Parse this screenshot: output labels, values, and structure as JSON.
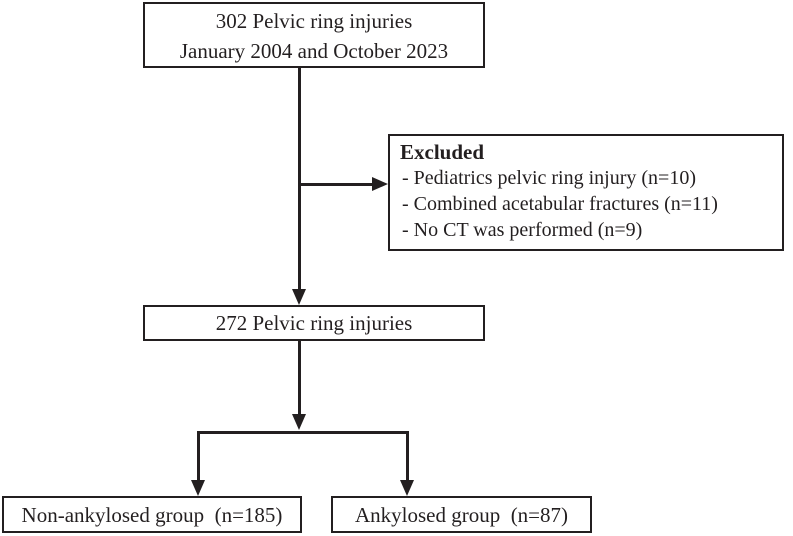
{
  "flow": {
    "top_box": {
      "line1": "302 Pelvic ring injuries",
      "line2": "January 2004 and October 2023"
    },
    "excluded_box": {
      "heading": "Excluded",
      "items": [
        "- Pediatrics pelvic ring injury (n=10)",
        "- Combined acetabular fractures (n=11)",
        "- No CT was performed (n=9)"
      ]
    },
    "middle_box": {
      "label": "272 Pelvic ring injuries"
    },
    "left_box": {
      "label": "Non-ankylosed group  (n=185)"
    },
    "right_box": {
      "label": "Ankylosed group  (n=87)"
    }
  },
  "colors": {
    "stroke": "#231f20",
    "background": "#ffffff"
  }
}
